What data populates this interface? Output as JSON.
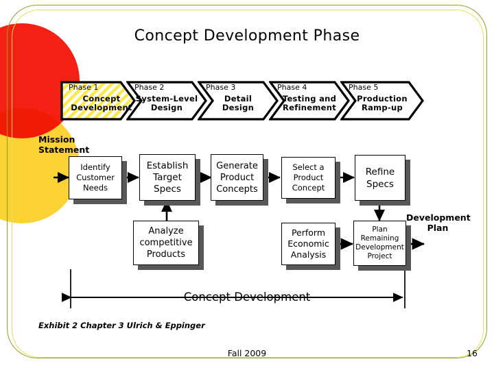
{
  "slide": {
    "title": "Concept Development Phase",
    "exhibit_credit": "Exhibit 2 Chapter 3 Ulrich & Eppinger",
    "footer": {
      "term": "Fall 2009",
      "page_number": "16"
    },
    "accent_colors": {
      "frame_outer": "#8ca225",
      "frame_inner": "#e9e24a",
      "circle_red": "#f42014",
      "circle_yellow": "#fcd334",
      "hatch_yellow": "#ffe84a",
      "shadow": "#585858"
    }
  },
  "phases": [
    {
      "number": "Phase 1",
      "name": "Concept\nDevelopment",
      "highlighted": true
    },
    {
      "number": "Phase 2",
      "name": "System-Level\nDesign",
      "highlighted": false
    },
    {
      "number": "Phase 3",
      "name": "Detail\nDesign",
      "highlighted": false
    },
    {
      "number": "Phase 4",
      "name": "Testing and\nRefinement",
      "highlighted": false
    },
    {
      "number": "Phase 5",
      "name": "Production\nRamp-up",
      "highlighted": false
    }
  ],
  "labels": {
    "mission_statement": "Mission\nStatement",
    "development_plan": "Development\nPlan",
    "span_label": "Concept Development"
  },
  "boxes": {
    "identify_customer_needs": "Identify\nCustomer\nNeeds",
    "establish_target_specs": "Establish\nTarget\nSpecs",
    "generate_product_concepts": "Generate\nProduct\nConcepts",
    "select_product_concept": "Select a\nProduct\nConcept",
    "refine_specs": "Refine\nSpecs",
    "analyze_competitive_products": "Analyze\ncompetitive\nProducts",
    "perform_economic_analysis": "Perform\nEconomic\nAnalysis",
    "plan_remaining_development": "Plan\nRemaining\nDevelopment\nProject"
  }
}
